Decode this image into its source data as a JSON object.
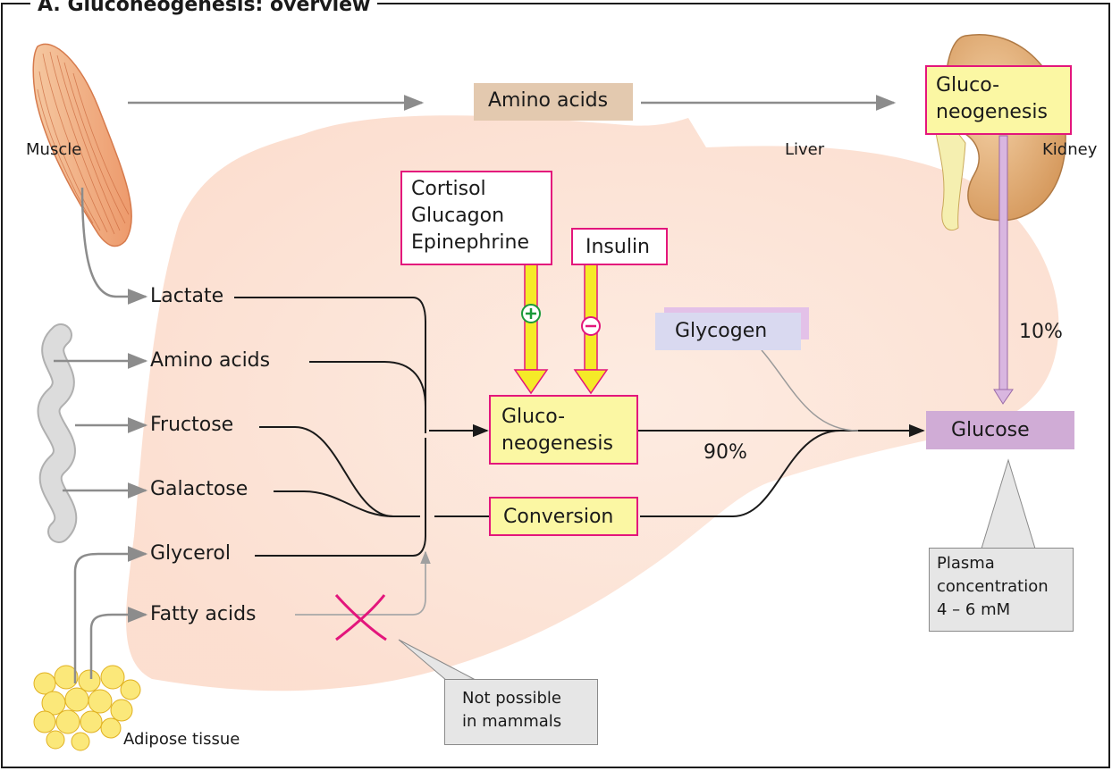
{
  "title": "A. Gluconeogenesis: overview",
  "organs": {
    "muscle": "Muscle",
    "liver": "Liver",
    "kidney": "Kidney",
    "adipose": "Adipose tissue"
  },
  "top_flow": {
    "amino_acids": "Amino acids"
  },
  "kidney_box": {
    "line1": "Gluco-",
    "line2": "neogenesis"
  },
  "substrates": [
    "Lactate",
    "Amino  acids",
    "Fructose",
    "Galactose",
    "Glycerol",
    "Fatty acids"
  ],
  "hormones": {
    "activators": [
      "Cortisol",
      "Glucagon",
      "Epinephrine"
    ],
    "inhibitor": "Insulin",
    "plus_sign": "+",
    "minus_sign": "–"
  },
  "liver_box": {
    "line1": "Gluco-",
    "line2": "neogenesis"
  },
  "conversion": "Conversion",
  "glycogen": "Glycogen",
  "glucose": "Glucose",
  "percentages": {
    "liver": "90%",
    "kidney": "10%"
  },
  "callouts": {
    "fatty_acids": [
      "Not possible",
      "in mammals"
    ],
    "plasma": [
      "Plasma",
      "concentration",
      "4 – 6 mM"
    ]
  },
  "colors": {
    "accent_pink": "#e3167c",
    "box_yellow": "#fbf7a3",
    "arrow_yellow": "#f5ea28",
    "glucose_lavender": "#d0acd6",
    "liver_fill": "#fde3d6",
    "plus_green": "#1a9a3a"
  }
}
